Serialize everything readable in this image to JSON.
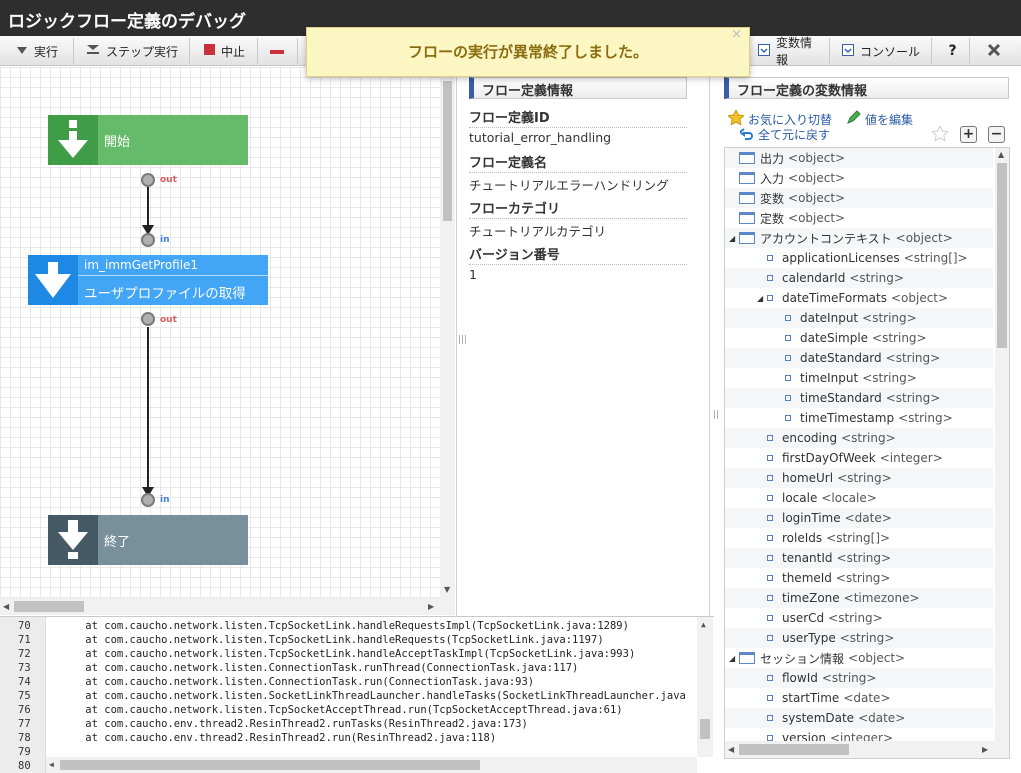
{
  "window": {
    "title": "ロジックフロー定義のデバッグ"
  },
  "toolbar": {
    "run": "実行",
    "step_run": "ステップ実行",
    "stop": "中止",
    "variables": "変数情報",
    "console": "コンソール",
    "help": "?"
  },
  "toast": {
    "message": "フローの実行が異常終了しました。",
    "close": "×"
  },
  "flow": {
    "start_label": "開始",
    "end_label": "終了",
    "task_id": "im_immGetProfile1",
    "task_label": "ユーザプロファイルの取得",
    "port_out": "out",
    "port_in": "in"
  },
  "flow_info": {
    "header": "フロー定義情報",
    "id_label": "フロー定義ID",
    "id_value": "tutorial_error_handling",
    "name_label": "フロー定義名",
    "name_value": "チュートリアルエラーハンドリング",
    "category_label": "フローカテゴリ",
    "category_value": "チュートリアルカテゴリ",
    "version_label": "バージョン番号",
    "version_value": "1"
  },
  "variables": {
    "header": "フロー定義の変数情報",
    "favorite_toggle": "お気に入り切替",
    "edit_value": "値を編集",
    "restore_all": "全て元に戻す",
    "tree": [
      {
        "name": "出力",
        "type": "<object>",
        "level": 0,
        "kind": "folder"
      },
      {
        "name": "入力",
        "type": "<object>",
        "level": 0,
        "kind": "folder"
      },
      {
        "name": "変数",
        "type": "<object>",
        "level": 0,
        "kind": "folder"
      },
      {
        "name": "定数",
        "type": "<object>",
        "level": 0,
        "kind": "folder"
      },
      {
        "name": "アカウントコンテキスト",
        "type": "<object>",
        "level": 0,
        "kind": "folder",
        "expanded": true
      },
      {
        "name": "applicationLicenses",
        "type": "<string[]>",
        "level": 1,
        "kind": "leaf"
      },
      {
        "name": "calendarId",
        "type": "<string>",
        "level": 1,
        "kind": "leaf"
      },
      {
        "name": "dateTimeFormats",
        "type": "<object>",
        "level": 1,
        "kind": "leaf",
        "expanded": true
      },
      {
        "name": "dateInput",
        "type": "<string>",
        "level": 2,
        "kind": "leaf"
      },
      {
        "name": "dateSimple",
        "type": "<string>",
        "level": 2,
        "kind": "leaf"
      },
      {
        "name": "dateStandard",
        "type": "<string>",
        "level": 2,
        "kind": "leaf"
      },
      {
        "name": "timeInput",
        "type": "<string>",
        "level": 2,
        "kind": "leaf"
      },
      {
        "name": "timeStandard",
        "type": "<string>",
        "level": 2,
        "kind": "leaf"
      },
      {
        "name": "timeTimestamp",
        "type": "<string>",
        "level": 2,
        "kind": "leaf"
      },
      {
        "name": "encoding",
        "type": "<string>",
        "level": 1,
        "kind": "leaf"
      },
      {
        "name": "firstDayOfWeek",
        "type": "<integer>",
        "level": 1,
        "kind": "leaf"
      },
      {
        "name": "homeUrl",
        "type": "<string>",
        "level": 1,
        "kind": "leaf"
      },
      {
        "name": "locale",
        "type": "<locale>",
        "level": 1,
        "kind": "leaf"
      },
      {
        "name": "loginTime",
        "type": "<date>",
        "level": 1,
        "kind": "leaf"
      },
      {
        "name": "roleIds",
        "type": "<string[]>",
        "level": 1,
        "kind": "leaf"
      },
      {
        "name": "tenantId",
        "type": "<string>",
        "level": 1,
        "kind": "leaf"
      },
      {
        "name": "themeId",
        "type": "<string>",
        "level": 1,
        "kind": "leaf"
      },
      {
        "name": "timeZone",
        "type": "<timezone>",
        "level": 1,
        "kind": "leaf"
      },
      {
        "name": "userCd",
        "type": "<string>",
        "level": 1,
        "kind": "leaf"
      },
      {
        "name": "userType",
        "type": "<string>",
        "level": 1,
        "kind": "leaf"
      },
      {
        "name": "セッション情報",
        "type": "<object>",
        "level": 0,
        "kind": "folder",
        "expanded": true
      },
      {
        "name": "flowId",
        "type": "<string>",
        "level": 1,
        "kind": "leaf"
      },
      {
        "name": "startTime",
        "type": "<date>",
        "level": 1,
        "kind": "leaf"
      },
      {
        "name": "systemDate",
        "type": "<date>",
        "level": 1,
        "kind": "leaf"
      },
      {
        "name": "version",
        "type": "<integer>",
        "level": 1,
        "kind": "leaf"
      }
    ]
  },
  "console": {
    "lines": [
      {
        "n": "70",
        "text": "    at com.caucho.network.listen.TcpSocketLink.handleRequestsImpl(TcpSocketLink.java:1289)"
      },
      {
        "n": "71",
        "text": "    at com.caucho.network.listen.TcpSocketLink.handleRequests(TcpSocketLink.java:1197)"
      },
      {
        "n": "72",
        "text": "    at com.caucho.network.listen.TcpSocketLink.handleAcceptTaskImpl(TcpSocketLink.java:993)"
      },
      {
        "n": "73",
        "text": "    at com.caucho.network.listen.ConnectionTask.runThread(ConnectionTask.java:117)"
      },
      {
        "n": "74",
        "text": "    at com.caucho.network.listen.ConnectionTask.run(ConnectionTask.java:93)"
      },
      {
        "n": "75",
        "text": "    at com.caucho.network.listen.SocketLinkThreadLauncher.handleTasks(SocketLinkThreadLauncher.java"
      },
      {
        "n": "76",
        "text": "    at com.caucho.network.listen.TcpSocketAcceptThread.run(TcpSocketAcceptThread.java:61)"
      },
      {
        "n": "77",
        "text": "    at com.caucho.env.thread2.ResinThread2.runTasks(ResinThread2.java:173)"
      },
      {
        "n": "78",
        "text": "    at com.caucho.env.thread2.ResinThread2.run(ResinThread2.java:118)"
      },
      {
        "n": "79",
        "text": ""
      },
      {
        "n": "80",
        "text": ""
      }
    ]
  },
  "colors": {
    "start_node": "#5cb85c",
    "task_node": "#2e9be8",
    "end_node": "#708d99",
    "accent": "#3a5ea8"
  }
}
